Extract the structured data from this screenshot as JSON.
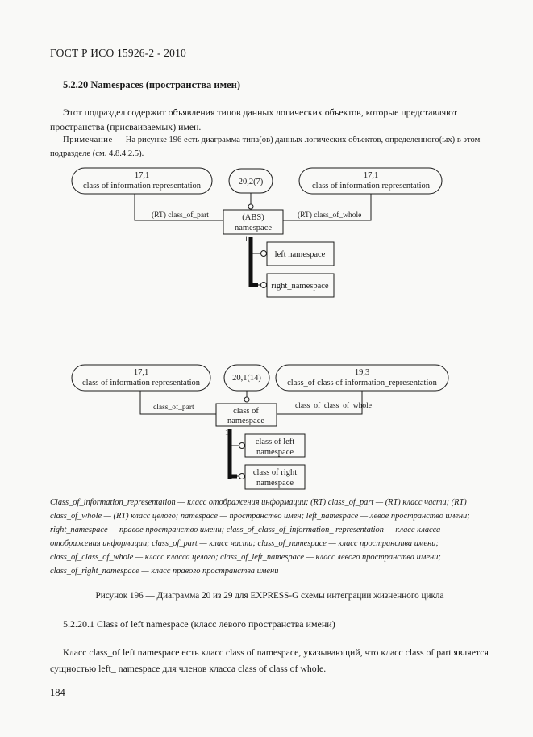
{
  "header": {
    "standard_id": "ГОСТ Р ИСО 15926-2 - 2010"
  },
  "section": {
    "title": "5.2.20 Namespaces (пространства имен)"
  },
  "intro": {
    "text": "Этот подраздел содержит объявления типов данных логических объектов, которые представляют пространства (присваиваемых) имен.",
    "note_label": "Примечание",
    "note_text": " — На рисунке 196 есть диаграмма типа(ов) данных логических объектов, определенного(ых) в этом подразделе (см. 4.8.4.2.5)."
  },
  "diagram1": {
    "left_ref": {
      "id": "17,1",
      "name": "class  of  information  representation"
    },
    "page_ref": "20,2(7)",
    "right_ref": {
      "id": "17,1",
      "name": "class  of  information  representation"
    },
    "main_entity": {
      "line1": "(ABS)",
      "line2": "namespace"
    },
    "left_attr": "(RT) class_of_part",
    "right_attr": "(RT) class_of_whole",
    "cardinality": "1",
    "subtype1": "left  namespace",
    "subtype2": "right_namespace"
  },
  "diagram2": {
    "left_ref": {
      "id": "17,1",
      "name": "class  of  information  representation"
    },
    "page_ref": "20,1(14)",
    "right_ref": {
      "id": "19,3",
      "name": "class_of  class  of  information_representation"
    },
    "main_entity": {
      "line1": "class  of",
      "line2": "namespace"
    },
    "left_attr": "class_of_part",
    "right_attr": "class_of_class_of_whole",
    "cardinality": "1",
    "subtype1": {
      "line1": "class  of  left",
      "line2": "namespace"
    },
    "subtype2": {
      "line1": "class  of  right",
      "line2": "namespace"
    }
  },
  "legend": "Class_of_information_representation — класс отображения информации; (RT) class_of_part — (RT) класс части; (RT) class_of_whole — (RT) класс целого; namespace — пространство имен; left_namespace — левое пространство имени; right_namespace — правое пространство имени; class_of_class_of_information_ representation — класс класса отображения информации; class_of_part — класс части; class_of_namespace — класс пространства имени; class_of_class_of_whole — класс класса целого; class_of_left_namespace — класс левого пространства имени; class_of_right_namespace — класс правого пространства имени",
  "caption": "Рисунок 196 — Диаграмма 20 из 29 для EXPRESS-G схемы интеграции жизненного цикла",
  "subsection": {
    "title": "5.2.20.1 Class of left namespace (класс левого пространства имени)"
  },
  "body": "Класс class_of  left  namespace есть класс class  of  namespace, указывающий, что класс class  of  part является сущностью left_ namespace для членов класса class  of  class  of  whole.",
  "page_number": "184"
}
